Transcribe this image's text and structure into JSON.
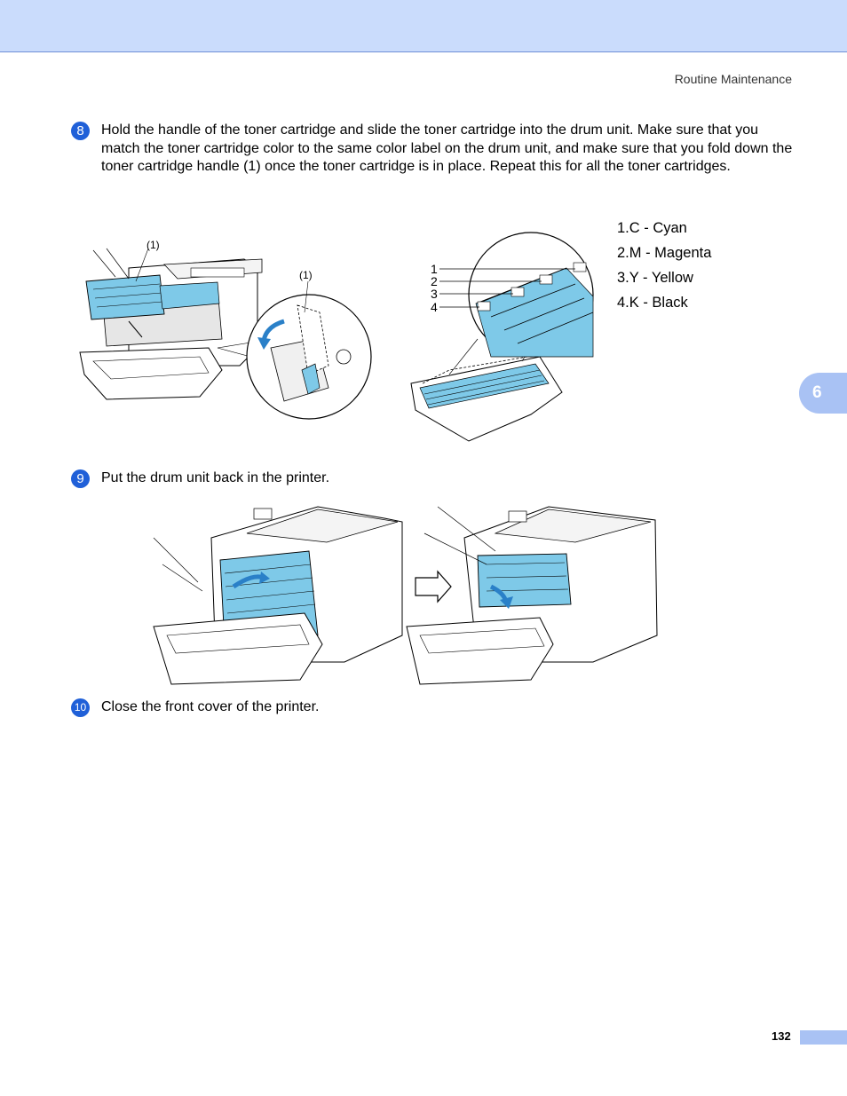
{
  "header": {
    "section_title": "Routine Maintenance"
  },
  "chapter_tab": {
    "label": "6"
  },
  "steps": [
    {
      "number": "8",
      "text": "Hold the handle of the toner cartridge and slide the toner cartridge into the drum unit. Make sure that you match the toner cartridge color to the same color label on the drum unit, and make sure that you fold down the toner cartridge handle (1) once the toner cartridge is in place. Repeat this for all the toner cartridges."
    },
    {
      "number": "9",
      "text": "Put the drum unit back in the printer."
    },
    {
      "number": "10",
      "text": "Close the front cover of the printer."
    }
  ],
  "figure1": {
    "callouts": [
      "(1)",
      "(1)"
    ],
    "drum_numbers": [
      "1",
      "2",
      "3",
      "4"
    ],
    "legend": [
      "1.C - Cyan",
      "2.M - Magenta",
      "3.Y - Yellow",
      "4.K - Black"
    ]
  },
  "footer": {
    "page_number": "132"
  },
  "colors": {
    "accent": "#2060d8",
    "header_band": "#cadcfc",
    "tab": "#a9c2f4",
    "toner": "#7ec9e8"
  }
}
